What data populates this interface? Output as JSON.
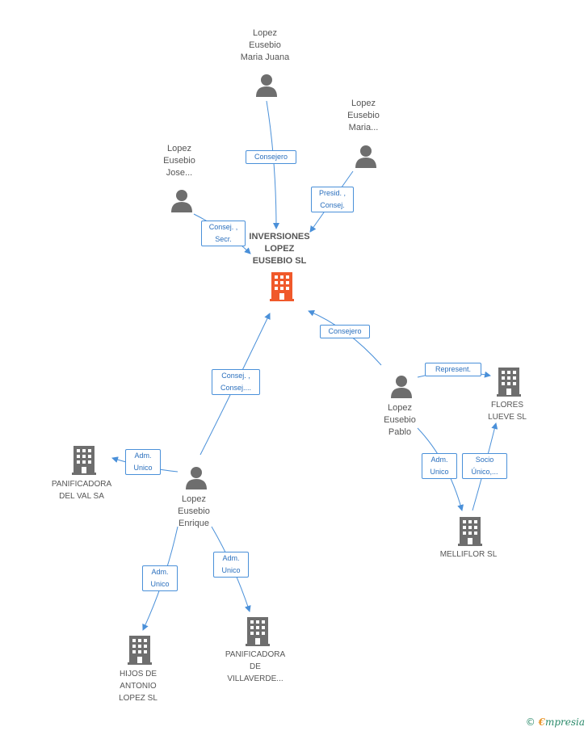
{
  "colors": {
    "edge": "#4a90d9",
    "person": "#6e6e6e",
    "company": "#6e6e6e",
    "main_company": "#f0592b",
    "label_border": "#4a90d9"
  },
  "main": {
    "lines": [
      "INVERSIONES",
      "LOPEZ",
      "EUSEBIO SL"
    ]
  },
  "persons": {
    "mariajuana": [
      "Lopez",
      "Eusebio",
      "Maria Juana"
    ],
    "maria": [
      "Lopez",
      "Eusebio",
      "Maria..."
    ],
    "jose": [
      "Lopez",
      "Eusebio",
      "Jose..."
    ],
    "pablo": [
      "Lopez",
      "Eusebio",
      "Pablo"
    ],
    "enrique": [
      "Lopez",
      "Eusebio",
      "Enrique"
    ]
  },
  "companies": {
    "flores": [
      "FLORES",
      "LUEVE SL"
    ],
    "melliflor": [
      "MELLIFLOR SL"
    ],
    "panval": [
      "PANIFICADORA",
      "DEL VAL SA"
    ],
    "hijos": [
      "HIJOS DE",
      "ANTONIO",
      "LOPEZ SL"
    ],
    "panvill": [
      "PANIFICADORA",
      "DE",
      "VILLAVERDE..."
    ]
  },
  "edges": {
    "mariajuana": [
      "Consejero"
    ],
    "maria": [
      "Presid. ,",
      "Consej."
    ],
    "jose": [
      "Consej. ,",
      "Secr."
    ],
    "pablo_main": [
      "Consejero"
    ],
    "enrique_main": [
      "Consej. ,",
      "Consej...."
    ],
    "pablo_flores": [
      "Represent."
    ],
    "pablo_melliflor": [
      "Adm.",
      "Unico"
    ],
    "melliflor_flores": [
      "Socio",
      "Único,..."
    ],
    "enrique_panval": [
      "Adm.",
      "Unico"
    ],
    "enrique_hijos": [
      "Adm.",
      "Unico"
    ],
    "enrique_panvill": [
      "Adm.",
      "Unico"
    ]
  },
  "brand": {
    "symbol": "©",
    "initial": "€",
    "rest": "mpresia"
  }
}
